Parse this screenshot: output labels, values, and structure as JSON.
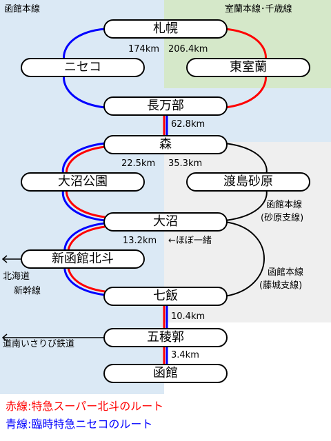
{
  "regions": {
    "hakodate_main_top": "函館本線",
    "muroran_chitose": "室蘭本線･千歳線",
    "hakodate_main_sawara": [
      "函館本線",
      "(砂原支線)"
    ],
    "hakodate_main_fujishiro": [
      "函館本線",
      "(藤城支線)"
    ],
    "hokkaido_shinkansen": [
      "北海道",
      "新幹線"
    ],
    "donan_isaribi": "道南いさりび鉄道"
  },
  "stations": {
    "sapporo": "札幌",
    "niseko": "ニセコ",
    "higashi_muroran": "東室蘭",
    "oshamambe": "長万部",
    "mori": "森",
    "onuma_koen": "大沼公園",
    "shikabe": "渡島砂原",
    "onuma": "大沼",
    "shin_hakodate_hokuto": "新函館北斗",
    "nanae": "七飯",
    "goryokaku": "五稜郭",
    "hakodate": "函館"
  },
  "distances": {
    "niseko_route": "174km",
    "muroran_route": "206.4km",
    "oshamambe_mori": "62.8km",
    "mori_onuma_koen": "22.5km",
    "mori_shikabe": "35.3km",
    "onuma_nanae": "13.2km",
    "almost_same": "←ほぼ一緒",
    "nanae_goryokaku": "10.4km",
    "goryokaku_hakodate": "3.4km"
  },
  "legend": {
    "red": "赤線:特急スーパー北斗のルート",
    "blue": "青線:臨時特急ニセコのルート"
  },
  "colors": {
    "red_route": "#ff0000",
    "blue_route": "#0000ff",
    "line_black": "#000000",
    "region_blue": "#dbe9f5",
    "region_green": "#d5e8c9",
    "region_gray": "#efefef"
  }
}
